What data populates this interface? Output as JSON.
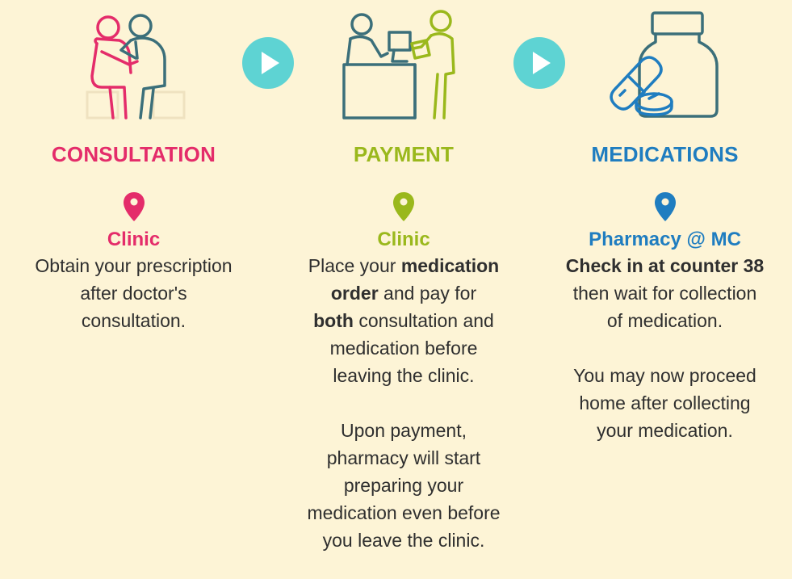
{
  "colors": {
    "background": "#fdf4d6",
    "consultation": "#e42c6a",
    "payment": "#9ab81c",
    "medications": "#1f7dc0",
    "arrow": "#5ed3d3"
  },
  "steps": [
    {
      "title": "CONSULTATION",
      "location": "Clinic",
      "lines": [
        "Obtain your prescription",
        "after doctor's",
        "consultation."
      ]
    },
    {
      "title": "PAYMENT",
      "location": "Clinic",
      "p1": {
        "a": "Place your ",
        "b": "medication",
        "c": "order",
        "d": " and pay for",
        "e": "both",
        "f": " consultation and",
        "g": "medication before",
        "h": "leaving the clinic."
      },
      "p2": [
        "Upon payment,",
        "pharmacy will start",
        "preparing your",
        "medication even before",
        "you leave the clinic."
      ]
    },
    {
      "title": "MEDICATIONS",
      "location": "Pharmacy @ MC",
      "lead": "Check in at counter 38",
      "p1": [
        "then wait for collection",
        "of medication."
      ],
      "p2": [
        "You may now proceed",
        "home after collecting",
        "your medication."
      ]
    }
  ],
  "icons": [
    "consultation-illustration",
    "payment-illustration",
    "medication-bottle-illustration",
    "location-pin-icon",
    "play-arrow-icon"
  ]
}
